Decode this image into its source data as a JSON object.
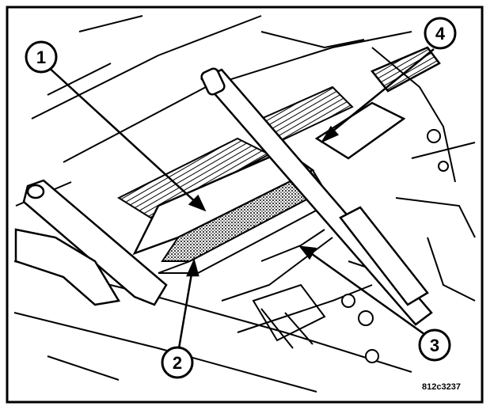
{
  "figure": {
    "callouts": [
      {
        "id": "1",
        "label": "1"
      },
      {
        "id": "2",
        "label": "2"
      },
      {
        "id": "3",
        "label": "3"
      },
      {
        "id": "4",
        "label": "4"
      }
    ],
    "figure_code": "812c3237",
    "colors": {
      "ink": "#000000",
      "paper": "#ffffff"
    }
  }
}
